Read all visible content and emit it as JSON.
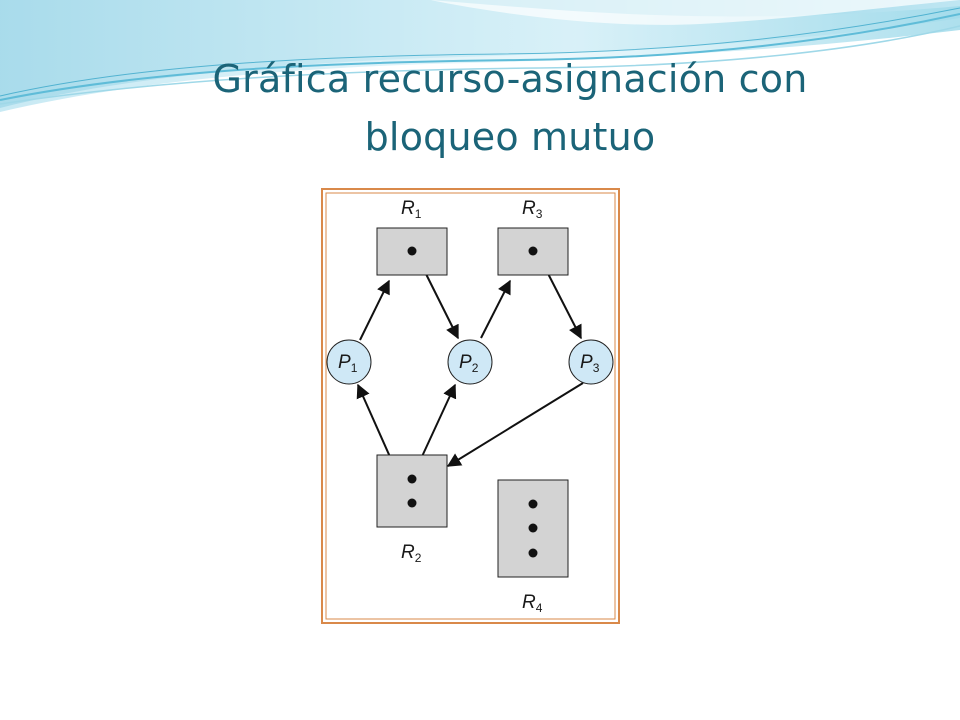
{
  "title": {
    "line1": "Gráfica recurso-asignación con",
    "line2": "bloqueo mutuo"
  },
  "colors": {
    "title": "#1b6478",
    "frame": "#d9894a",
    "resource_fill": "#d3d3d3",
    "process_fill": "#cfe8f6",
    "wave_light": "#bfe6f2",
    "wave_mid": "#7fcde3",
    "wave_dark": "#2a9fc4"
  },
  "resources": [
    {
      "id": "R1",
      "letter": "R",
      "sub": "1",
      "instances": 1
    },
    {
      "id": "R2",
      "letter": "R",
      "sub": "2",
      "instances": 2
    },
    {
      "id": "R3",
      "letter": "R",
      "sub": "3",
      "instances": 1
    },
    {
      "id": "R4",
      "letter": "R",
      "sub": "4",
      "instances": 3
    }
  ],
  "processes": [
    {
      "id": "P1",
      "letter": "P",
      "sub": "1"
    },
    {
      "id": "P2",
      "letter": "P",
      "sub": "2"
    },
    {
      "id": "P3",
      "letter": "P",
      "sub": "3"
    }
  ],
  "edges": [
    {
      "from": "P1",
      "to": "R1",
      "kind": "request"
    },
    {
      "from": "R1",
      "to": "P2",
      "kind": "assignment"
    },
    {
      "from": "P2",
      "to": "R3",
      "kind": "request"
    },
    {
      "from": "R3",
      "to": "P3",
      "kind": "assignment"
    },
    {
      "from": "P3",
      "to": "R2",
      "kind": "request"
    },
    {
      "from": "R2",
      "to": "P1",
      "kind": "assignment"
    },
    {
      "from": "R2",
      "to": "P2",
      "kind": "assignment"
    }
  ]
}
